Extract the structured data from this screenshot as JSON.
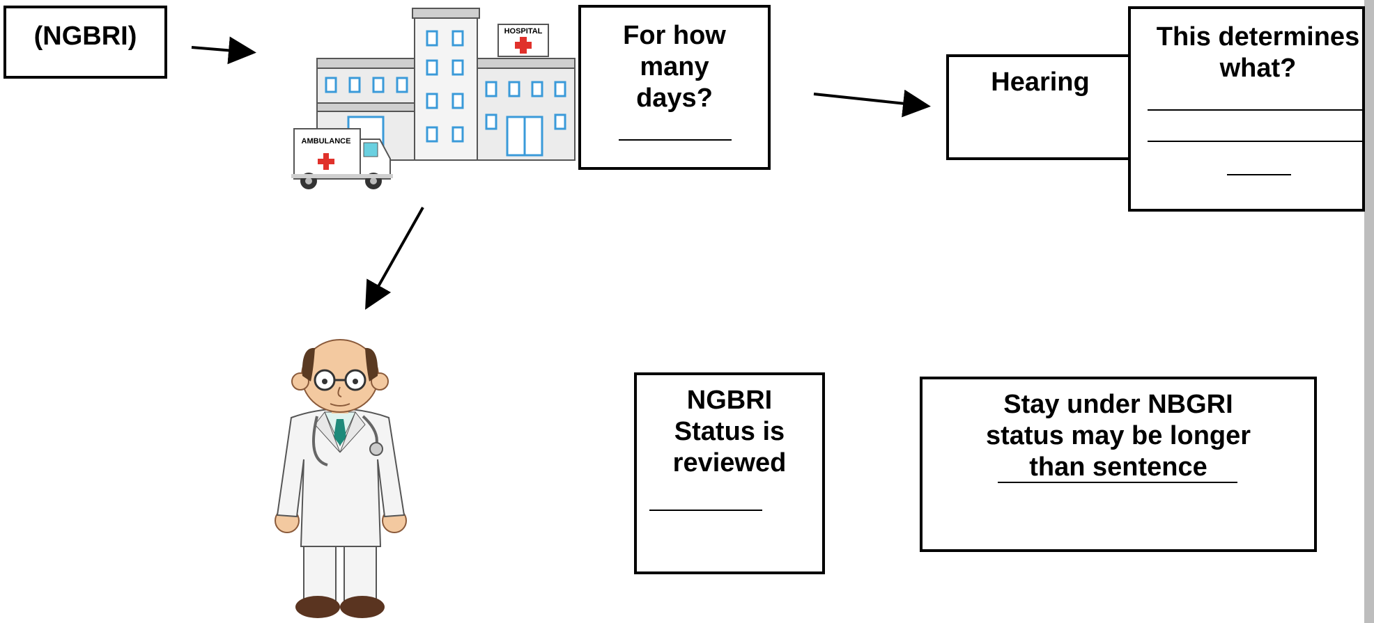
{
  "boxes": {
    "ngbri": "(NGBRI)",
    "days": [
      "For how",
      "many",
      "days?"
    ],
    "hearing": "Hearing",
    "determines": [
      "This determines",
      "what?"
    ],
    "status": [
      "NGBRI",
      "Status is",
      "reviewed"
    ],
    "stay": [
      "Stay under NBGRI",
      "status may be longer",
      "than sentence"
    ]
  },
  "hospital": {
    "sign": "HOSPITAL",
    "ambulance": "AMBULANCE"
  },
  "colors": {
    "window_blue": "#3a9ad9",
    "cross_red": "#e0312b",
    "skin": "#f3c9a0",
    "coat": "#f4f4f4",
    "tie": "#1e8a7a",
    "shoes": "#5a3420"
  }
}
